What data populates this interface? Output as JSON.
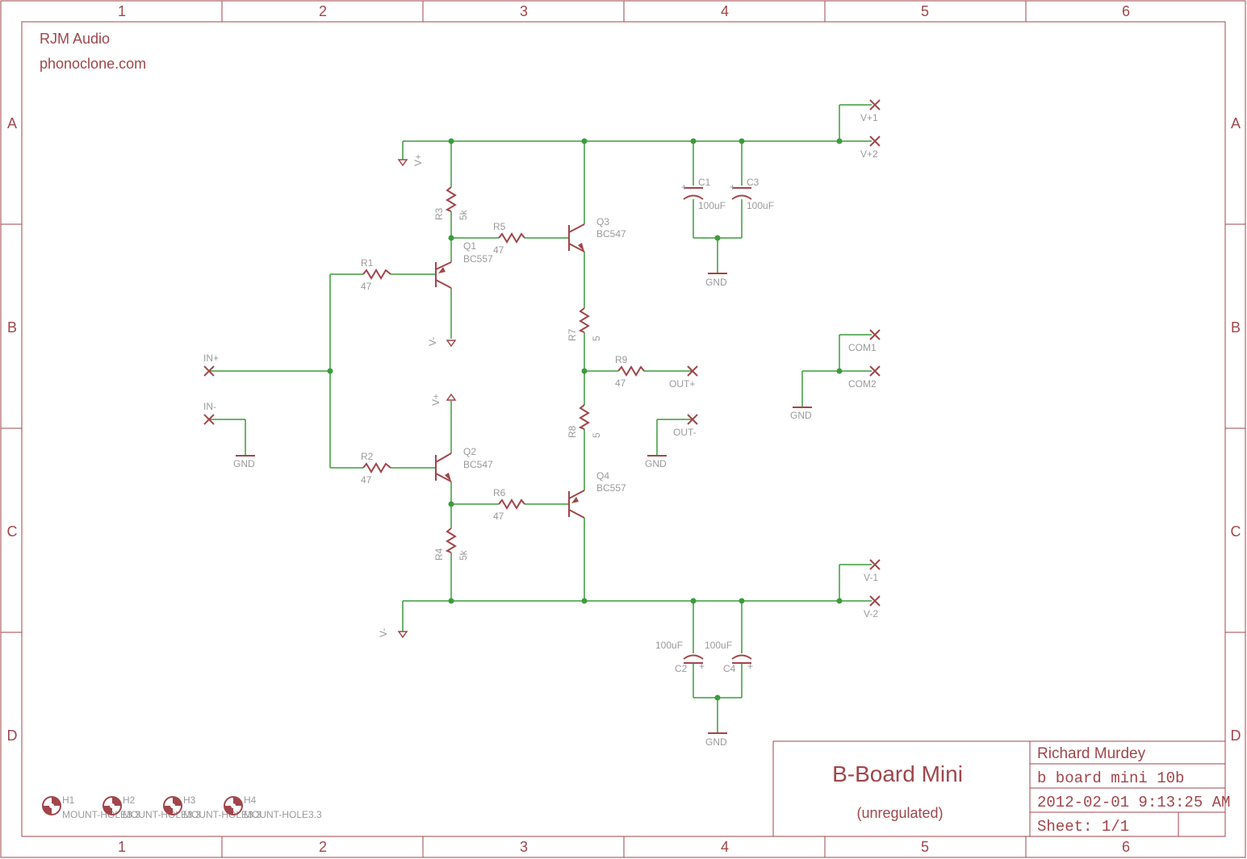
{
  "sheet": {
    "columns": [
      "1",
      "2",
      "3",
      "4",
      "5",
      "6"
    ],
    "rows": [
      "A",
      "B",
      "C",
      "D"
    ]
  },
  "header": {
    "company": "RJM Audio",
    "website": "phonoclone.com"
  },
  "title_block": {
    "title": "B-Board Mini",
    "subtitle": "(unregulated)",
    "author": "Richard Murdey",
    "filename": "b board mini 10b",
    "timestamp": "2012-02-01 9:13:25 AM",
    "sheet": "Sheet: 1/1"
  },
  "components": {
    "r1": {
      "name": "R1",
      "value": "47"
    },
    "r2": {
      "name": "R2",
      "value": "47"
    },
    "r3": {
      "name": "R3",
      "value": "5k"
    },
    "r4": {
      "name": "R4",
      "value": "5k"
    },
    "r5": {
      "name": "R5",
      "value": "47"
    },
    "r6": {
      "name": "R6",
      "value": "47"
    },
    "r7": {
      "name": "R7",
      "value": "5"
    },
    "r8": {
      "name": "R8",
      "value": "5"
    },
    "r9": {
      "name": "R9",
      "value": "47"
    },
    "q1": {
      "name": "Q1",
      "value": "BC557"
    },
    "q2": {
      "name": "Q2",
      "value": "BC547"
    },
    "q3": {
      "name": "Q3",
      "value": "BC547"
    },
    "q4": {
      "name": "Q4",
      "value": "BC557"
    },
    "c1": {
      "name": "C1",
      "value": "100uF"
    },
    "c2": {
      "name": "C2",
      "value": "100uF"
    },
    "c3": {
      "name": "C3",
      "value": "100uF"
    },
    "c4": {
      "name": "C4",
      "value": "100uF"
    }
  },
  "nets": {
    "vplus": "V+",
    "vminus": "V-",
    "gnd": "GND",
    "in_plus": "IN+",
    "in_minus": "IN-",
    "out_plus": "OUT+",
    "out_minus": "OUT-",
    "vp1": "V+1",
    "vp2": "V+2",
    "vm1": "V-1",
    "vm2": "V-2",
    "com1": "COM1",
    "com2": "COM2"
  },
  "mount_holes": [
    {
      "name": "H1",
      "value": "MOUNT-HOLE3.3"
    },
    {
      "name": "H2",
      "value": "MOUNT-HOLE3.3"
    },
    {
      "name": "H3",
      "value": "MOUNT-HOLE3.3"
    },
    {
      "name": "H4",
      "value": "MOUNT-HOLE3.3"
    }
  ],
  "colors": {
    "frame": "#a0464b",
    "wire": "#3c9b3c",
    "label": "#9a9a9a"
  }
}
